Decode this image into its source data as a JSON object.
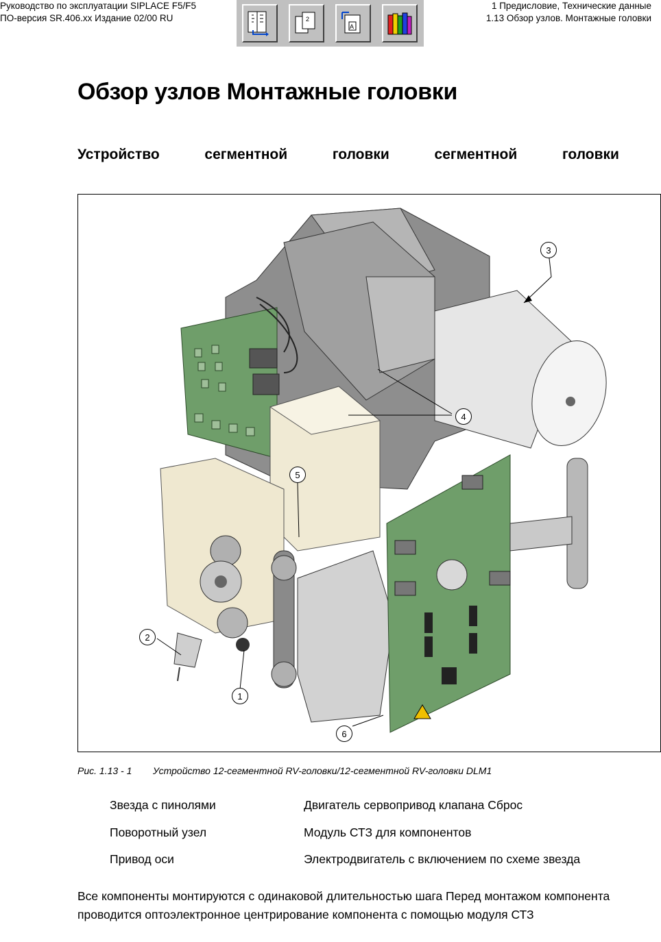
{
  "header": {
    "left_line1": "Руководство по эксплуатации SIPLACE F5/F5",
    "left_line2": "ПО-версия SR.406.xx   Издание 02/00 RU",
    "right_line1": "1 Предисловие, Технические данные",
    "right_line2": "1.13 Обзор узлов. Монтажные головки"
  },
  "toolbar": {
    "buttons": [
      "contents-icon",
      "pages-icon",
      "find-icon",
      "books-icon"
    ]
  },
  "title": "Обзор узлов  Монтажные головки",
  "subtitle_words": [
    "Устройство",
    "сегментной",
    "головки",
    "сегментной",
    "головки"
  ],
  "figure": {
    "callouts": [
      "1",
      "2",
      "3",
      "4",
      "5",
      "6"
    ]
  },
  "caption": {
    "number": "Рис. 1.13 - 1",
    "text": "Устройство 12-сегментной RV-головки/12-сегментной RV-головки DLM1"
  },
  "legend": {
    "left": [
      "Звезда с      пинолями",
      "Поворотный узел",
      "Привод оси"
    ],
    "right": [
      "Двигатель  сервопривод клапана  Сброс",
      "Модуль СТЗ для компонентов",
      "Электродвигатель с включением по схеме звезда"
    ]
  },
  "paragraph": "Все компоненты монтируются с одинаковой длительностью шага  Перед монтажом компонента проводится оптоэлектронное центрирование компонента с помощью модуля СТЗ",
  "colors": {
    "toolbar_bg": "#c0c0c0",
    "pcb_green": "#6f9e6a",
    "housing_gray": "#9a9a9a",
    "cream_block": "#f0ead4"
  }
}
